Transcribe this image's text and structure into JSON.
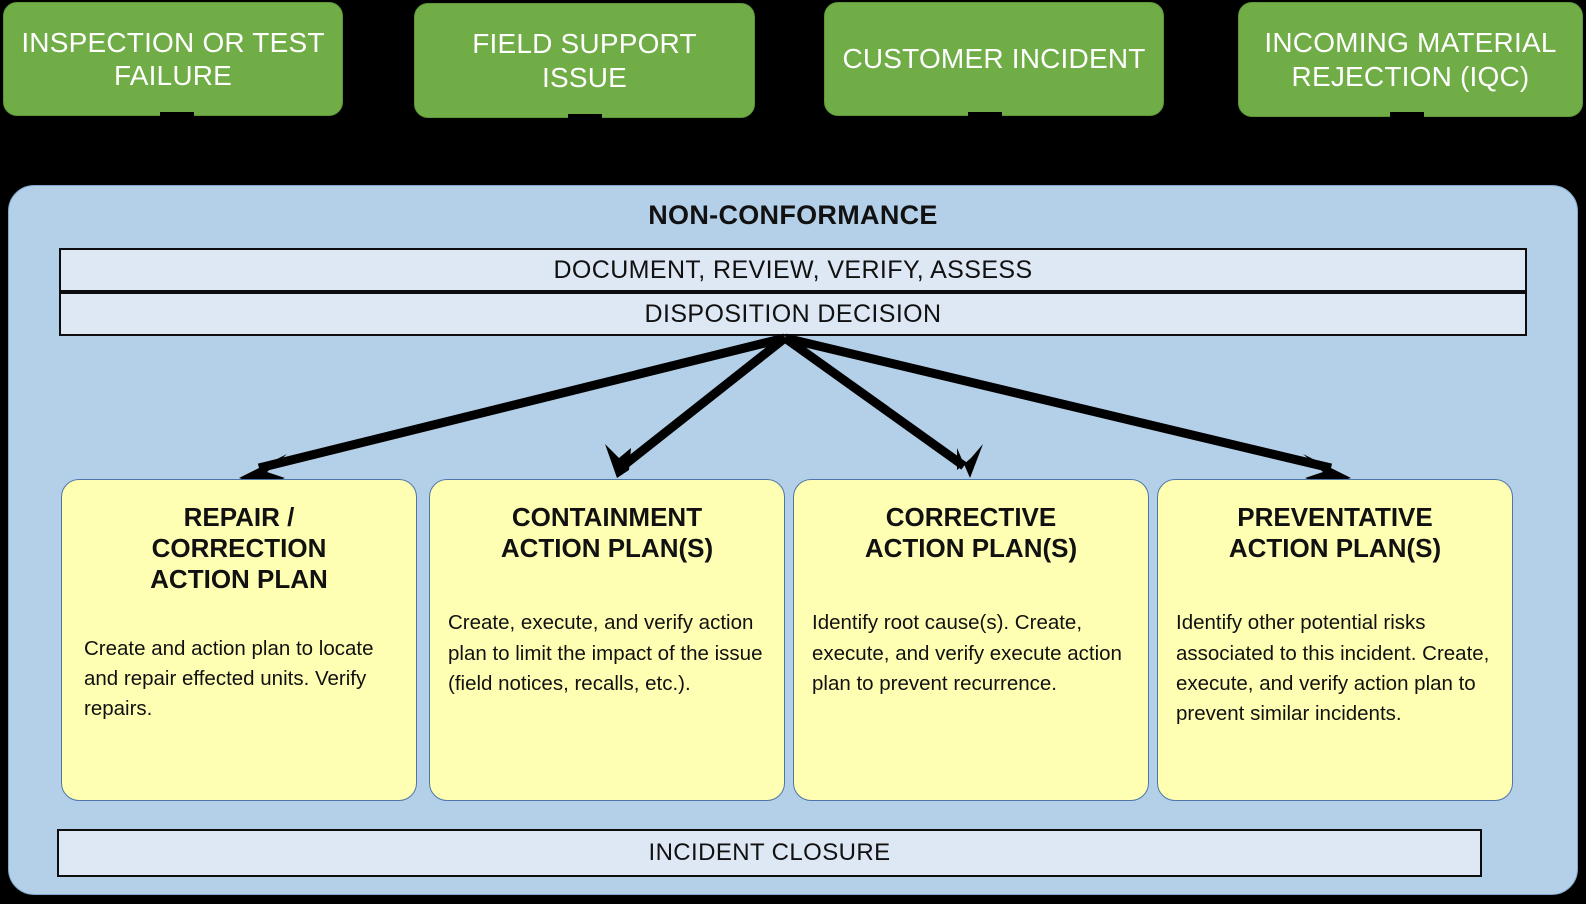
{
  "triggers": [
    {
      "label": "INSPECTION OR TEST FAILURE"
    },
    {
      "label": "FIELD SUPPORT ISSUE"
    },
    {
      "label": "CUSTOMER INCIDENT"
    },
    {
      "label": "INCOMING MATERIAL REJECTION (IQC)"
    }
  ],
  "process": {
    "title": "NON-CONFORMANCE",
    "step_document": "DOCUMENT, REVIEW, VERIFY, ASSESS",
    "step_disposition": "DISPOSITION DECISION",
    "step_closure": "INCIDENT CLOSURE"
  },
  "action_plans": [
    {
      "title": "REPAIR /\nCORRECTION\nACTION PLAN",
      "body": "Create and action plan to locate and repair effected units.  Verify repairs."
    },
    {
      "title": "CONTAINMENT\nACTION PLAN(S)",
      "body": "Create, execute, and verify action plan to limit the impact of the issue (field notices, recalls, etc.)."
    },
    {
      "title": "CORRECTIVE\nACTION PLAN(S)",
      "body": "Identify root cause(s). Create, execute, and verify execute action plan to prevent recurrence."
    },
    {
      "title": "PREVENTATIVE\nACTION PLAN(S)",
      "body": "Identify other potential risks associated to this incident.  Create, execute, and verify action plan to prevent similar incidents."
    }
  ],
  "colors": {
    "trigger_fill": "#70AD47",
    "container_fill": "#B4D0E9",
    "strip_fill": "#DEE8F4",
    "card_fill": "#FFFFB3",
    "background": "#000000",
    "arrow": "#000000"
  }
}
